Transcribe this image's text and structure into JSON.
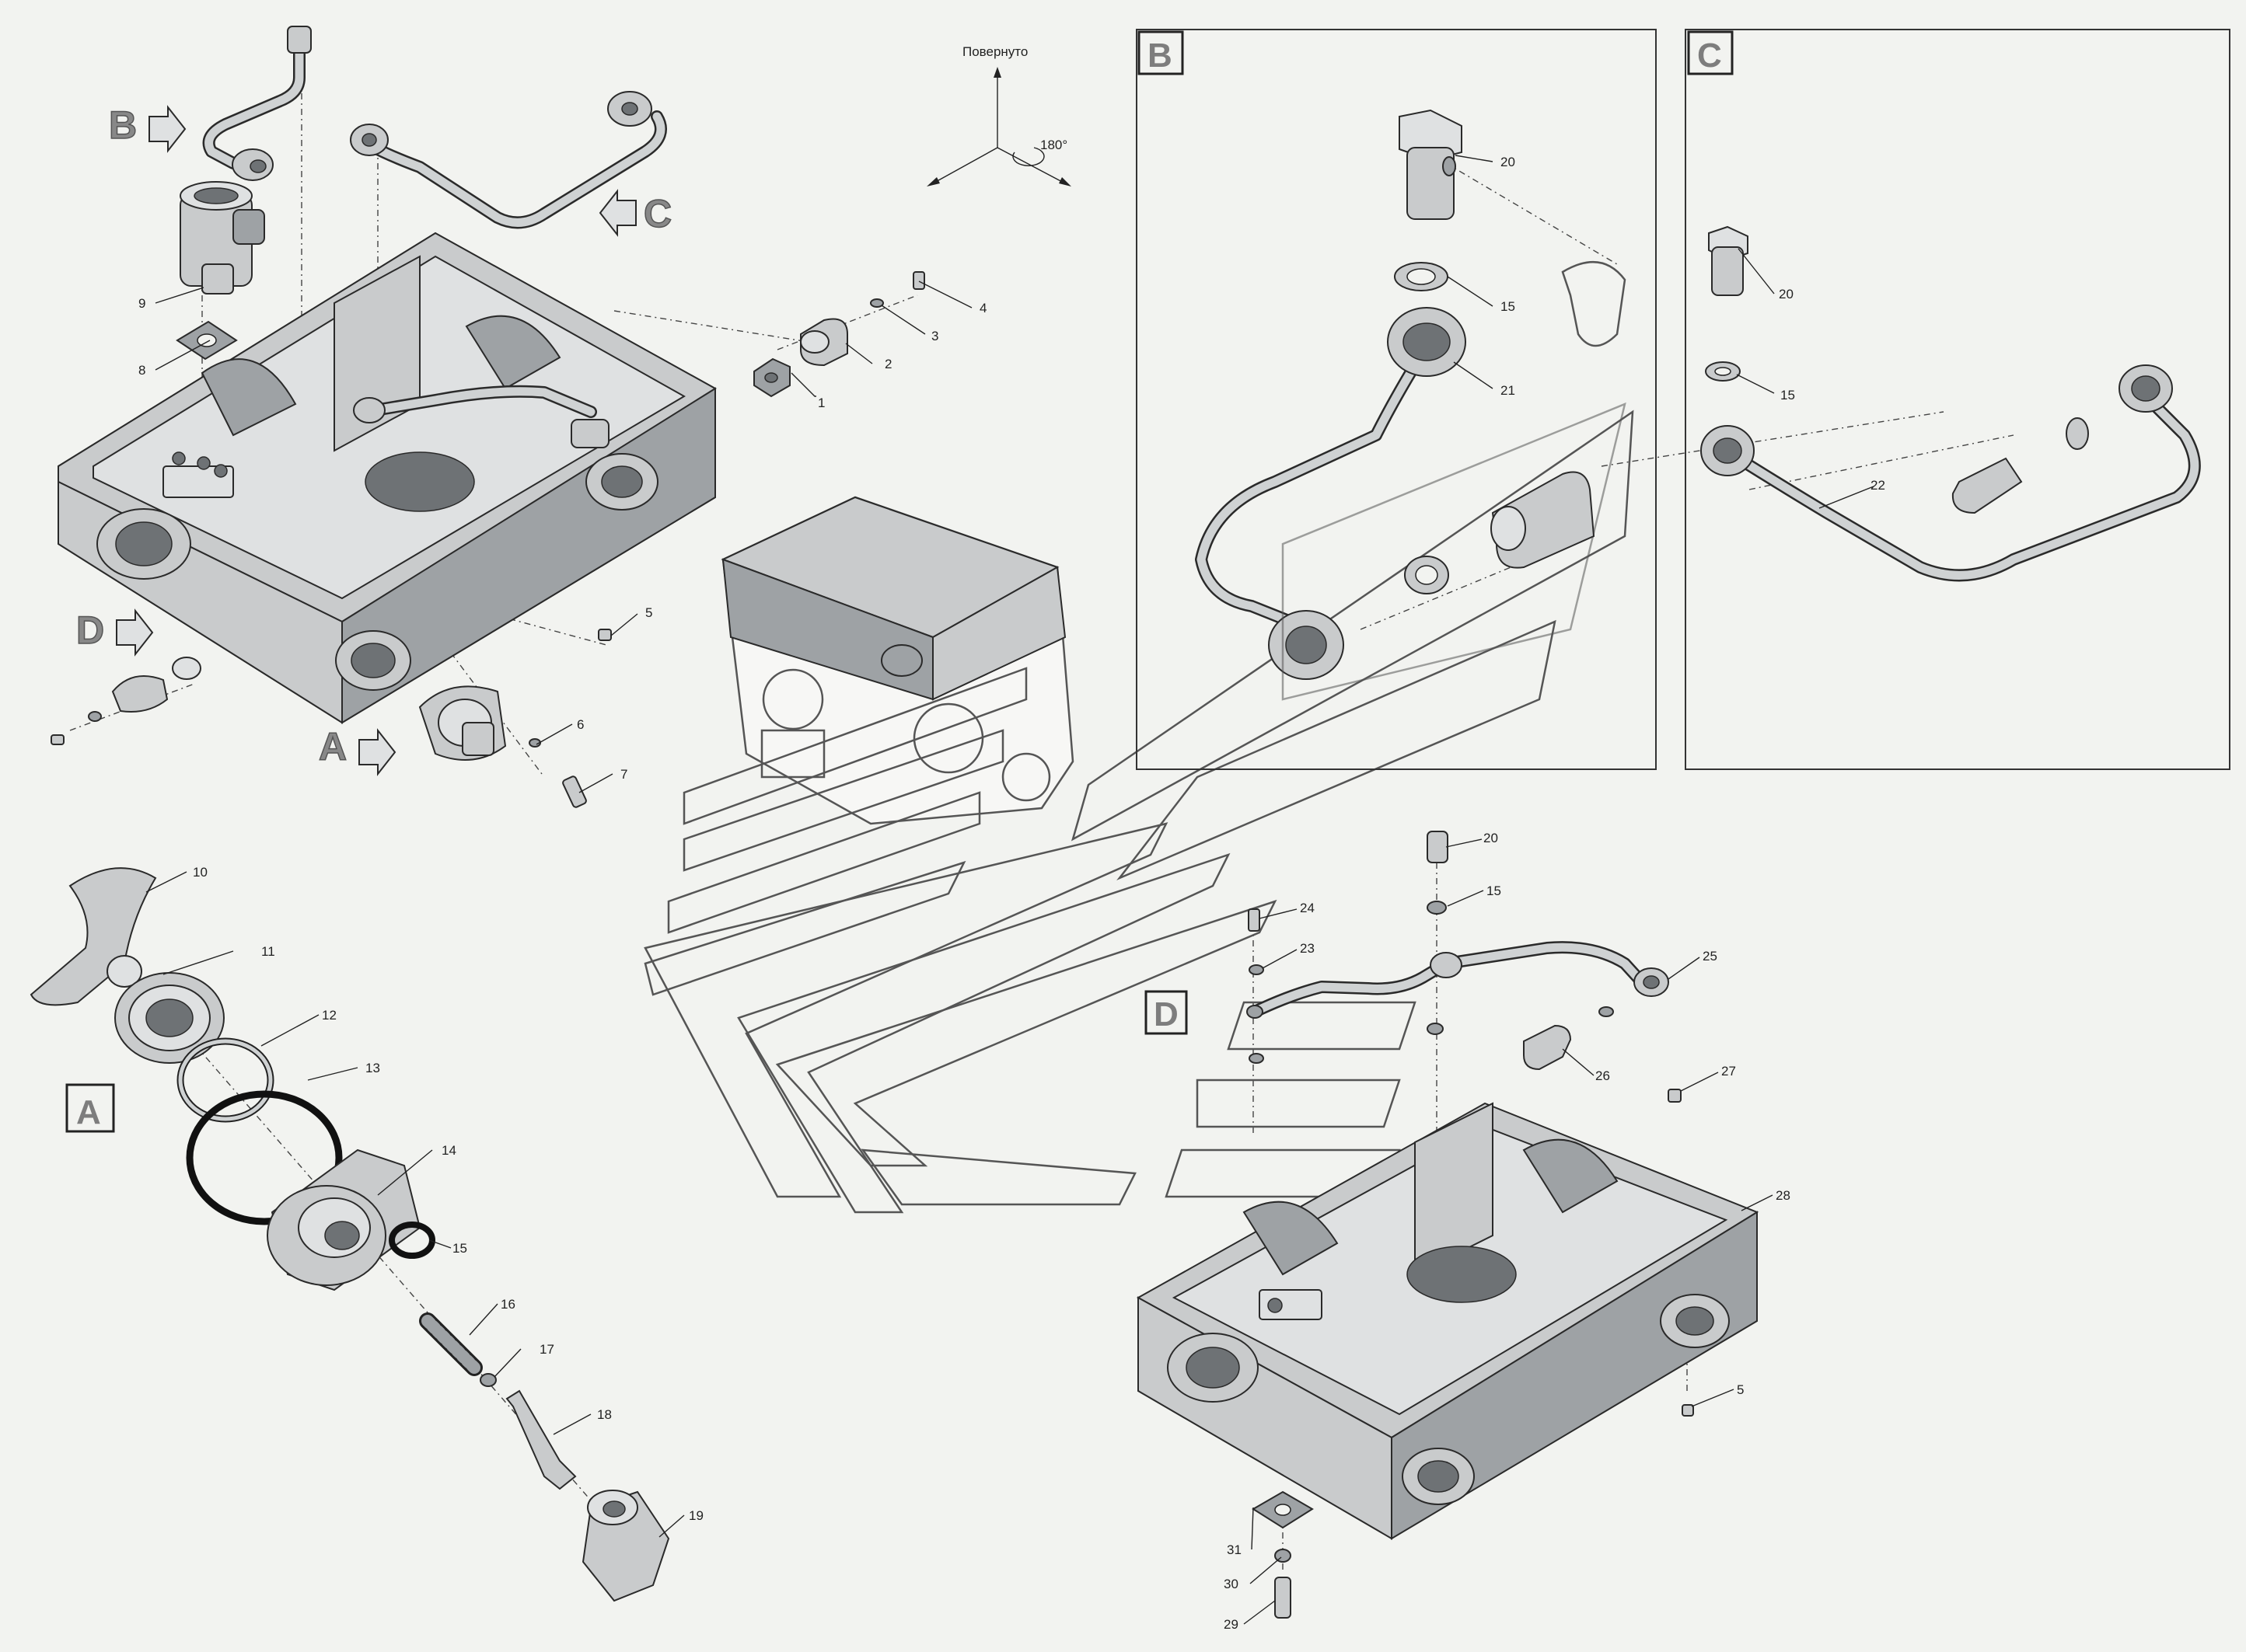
{
  "rotation_note": {
    "label": "Повернуто",
    "angle": "180°"
  },
  "view_arrows": {
    "A": "A",
    "B": "B",
    "C": "C",
    "D": "D"
  },
  "detail_boxes": {
    "B": {
      "letter": "B",
      "callouts": [
        "20",
        "15",
        "21"
      ]
    },
    "C": {
      "letter": "C",
      "callouts": [
        "20",
        "15",
        "22"
      ]
    }
  },
  "detail_labels": {
    "A": "A",
    "D": "D"
  },
  "callouts": {
    "c1": "1",
    "c2": "2",
    "c3": "3",
    "c4": "4",
    "c5": "5",
    "c6": "6",
    "c7": "7",
    "c8": "8",
    "c9": "9",
    "c10": "10",
    "c11": "11",
    "c12": "12",
    "c13": "13",
    "c14": "14",
    "c15": "15",
    "c16": "16",
    "c17": "17",
    "c18": "18",
    "c19": "19",
    "d20": "20",
    "d15": "15",
    "d24": "24",
    "d23": "23",
    "d25": "25",
    "d26": "26",
    "d27": "27",
    "d28": "28",
    "d5": "5",
    "d31": "31",
    "d30": "30",
    "d29": "29"
  }
}
